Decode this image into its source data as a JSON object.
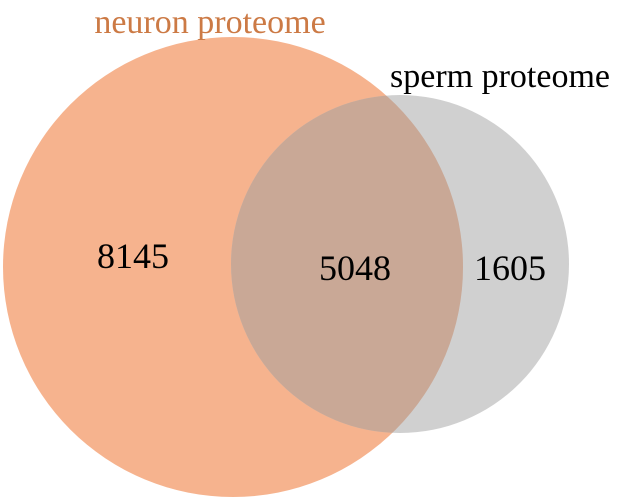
{
  "diagram": {
    "sets": [
      {
        "id": "neuron",
        "label": "neuron proteome",
        "fill": "#f4a67a",
        "label_color": "#cc7a45",
        "exclusive_count": "8145"
      },
      {
        "id": "sperm",
        "label": "sperm proteome",
        "fill": "#c8c8c8",
        "label_color": "#000000",
        "exclusive_count": "1605"
      }
    ],
    "intersection_count": "5048",
    "intersection_fill": "#c9a896"
  }
}
